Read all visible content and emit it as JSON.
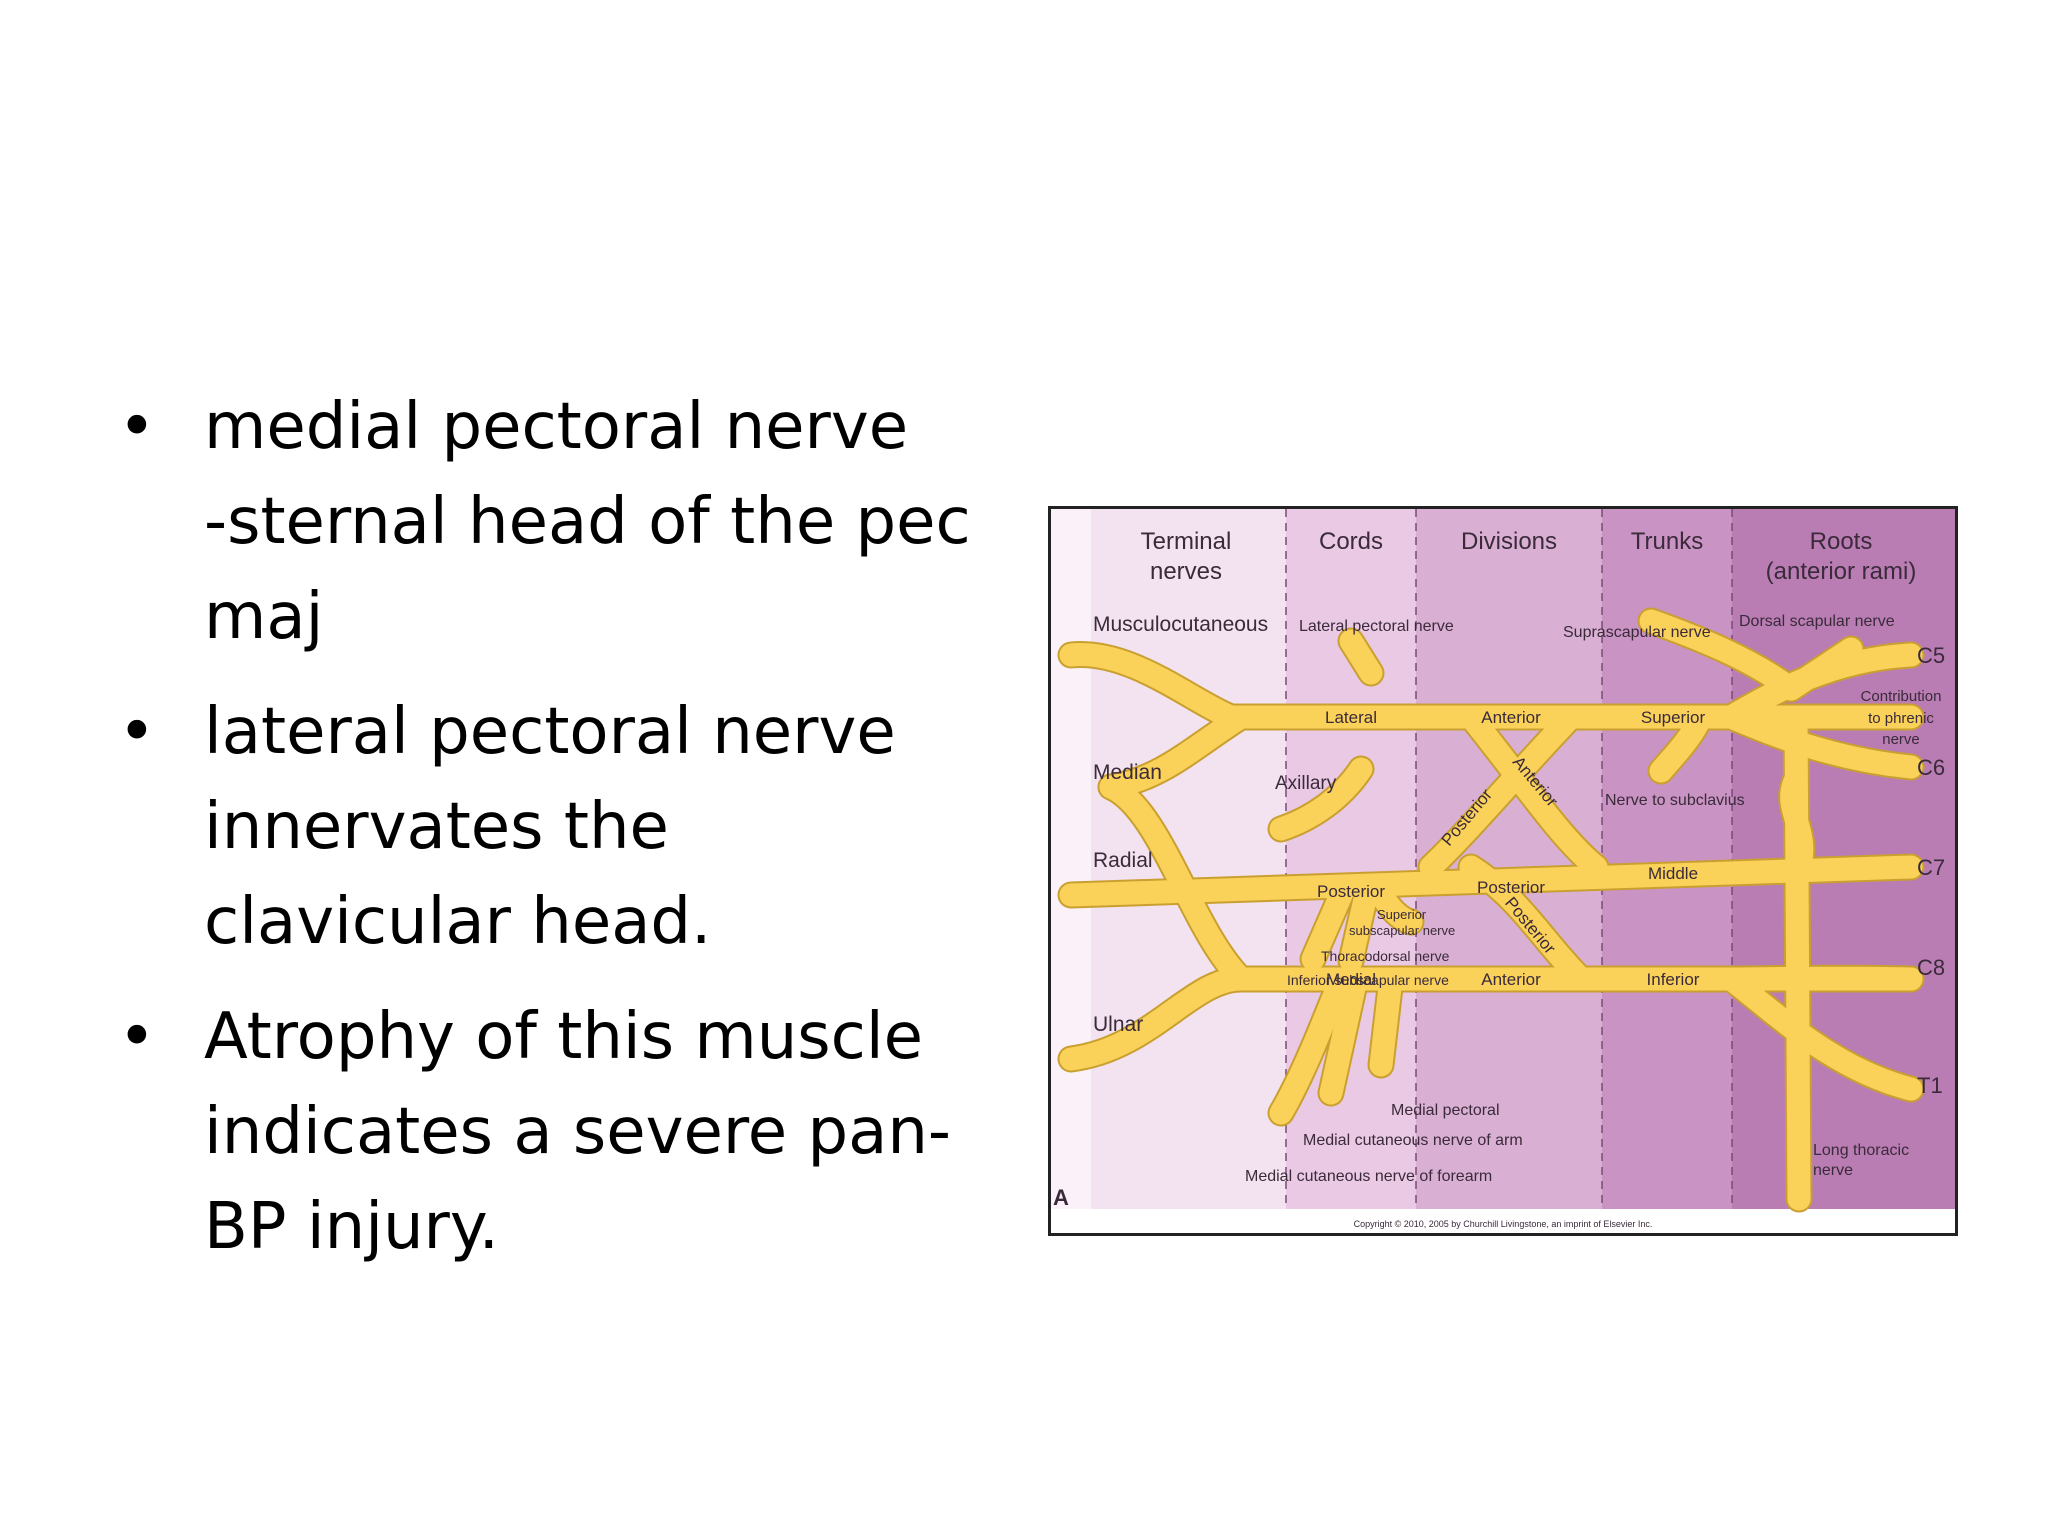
{
  "slide": {
    "bullets": [
      {
        "lines": [
          "medial pectoral nerve",
          "-sternal head of the pec",
          "maj"
        ]
      },
      {
        "lines": [
          "lateral pectoral nerve",
          "innervates the",
          "clavicular head."
        ]
      },
      {
        "lines": [
          "Atrophy of this muscle",
          "indicates a severe pan-",
          "BP injury."
        ]
      }
    ]
  },
  "diagram": {
    "columns": {
      "terminal": [
        "Terminal",
        "nerves"
      ],
      "cords": "Cords",
      "divisions": "Divisions",
      "trunks": "Trunks",
      "roots": [
        "Roots",
        "(anterior rami)"
      ]
    },
    "terminal_nerves": {
      "musculocutaneous": "Musculocutaneous",
      "median": "Median",
      "radial": "Radial",
      "ulnar": "Ulnar"
    },
    "branches": {
      "lateral_pectoral": "Lateral pectoral nerve",
      "suprascapular": "Suprascapular nerve",
      "dorsal_scapular": "Dorsal scapular nerve",
      "axillary": "Axillary",
      "contribution_phrenic": [
        "Contribution",
        "to phrenic",
        "nerve"
      ],
      "nerve_subclavius": "Nerve to subclavius",
      "superior_subscapular": [
        "Superior",
        "subscapular nerve"
      ],
      "thoracodorsal": "Thoracodorsal nerve",
      "inferior_subscapular": "Inferior subscapular nerve",
      "medial_pectoral": "Medial pectoral",
      "medial_cutaneous_arm": "Medial cutaneous nerve of arm",
      "medial_cutaneous_forearm": "Medial cutaneous nerve of forearm",
      "long_thoracic": [
        "Long thoracic",
        "nerve"
      ]
    },
    "cords": {
      "lateral": "Lateral",
      "posterior": "Posterior",
      "medial": "Medial"
    },
    "divisions": {
      "anterior_top": "Anterior",
      "posterior_mid": "Posterior",
      "anterior_bottom": "Anterior",
      "anterior_diag": "Anterior",
      "posterior_diag": "Posterior",
      "posterior_diag_low": "Posterior"
    },
    "trunks": {
      "superior": "Superior",
      "middle": "Middle",
      "inferior": "Inferior"
    },
    "roots": [
      "C5",
      "C6",
      "C7",
      "C8",
      "T1"
    ],
    "panel_letter": "A",
    "copyright": "Copyright © 2010, 2005 by Churchill Livingstone, an imprint of Elsevier Inc.",
    "colors": {
      "nerve": "#FAD25A",
      "nerve_edge": "#C9A030",
      "bg_terminal": "#F3E3F0",
      "bg_cords": "#E9C9E4",
      "bg_divisions": "#D9B0D3",
      "bg_trunks": "#C993C3",
      "bg_roots": "#B97DB4",
      "divider": "#7A4A76",
      "text": "#3A2A3A"
    }
  }
}
